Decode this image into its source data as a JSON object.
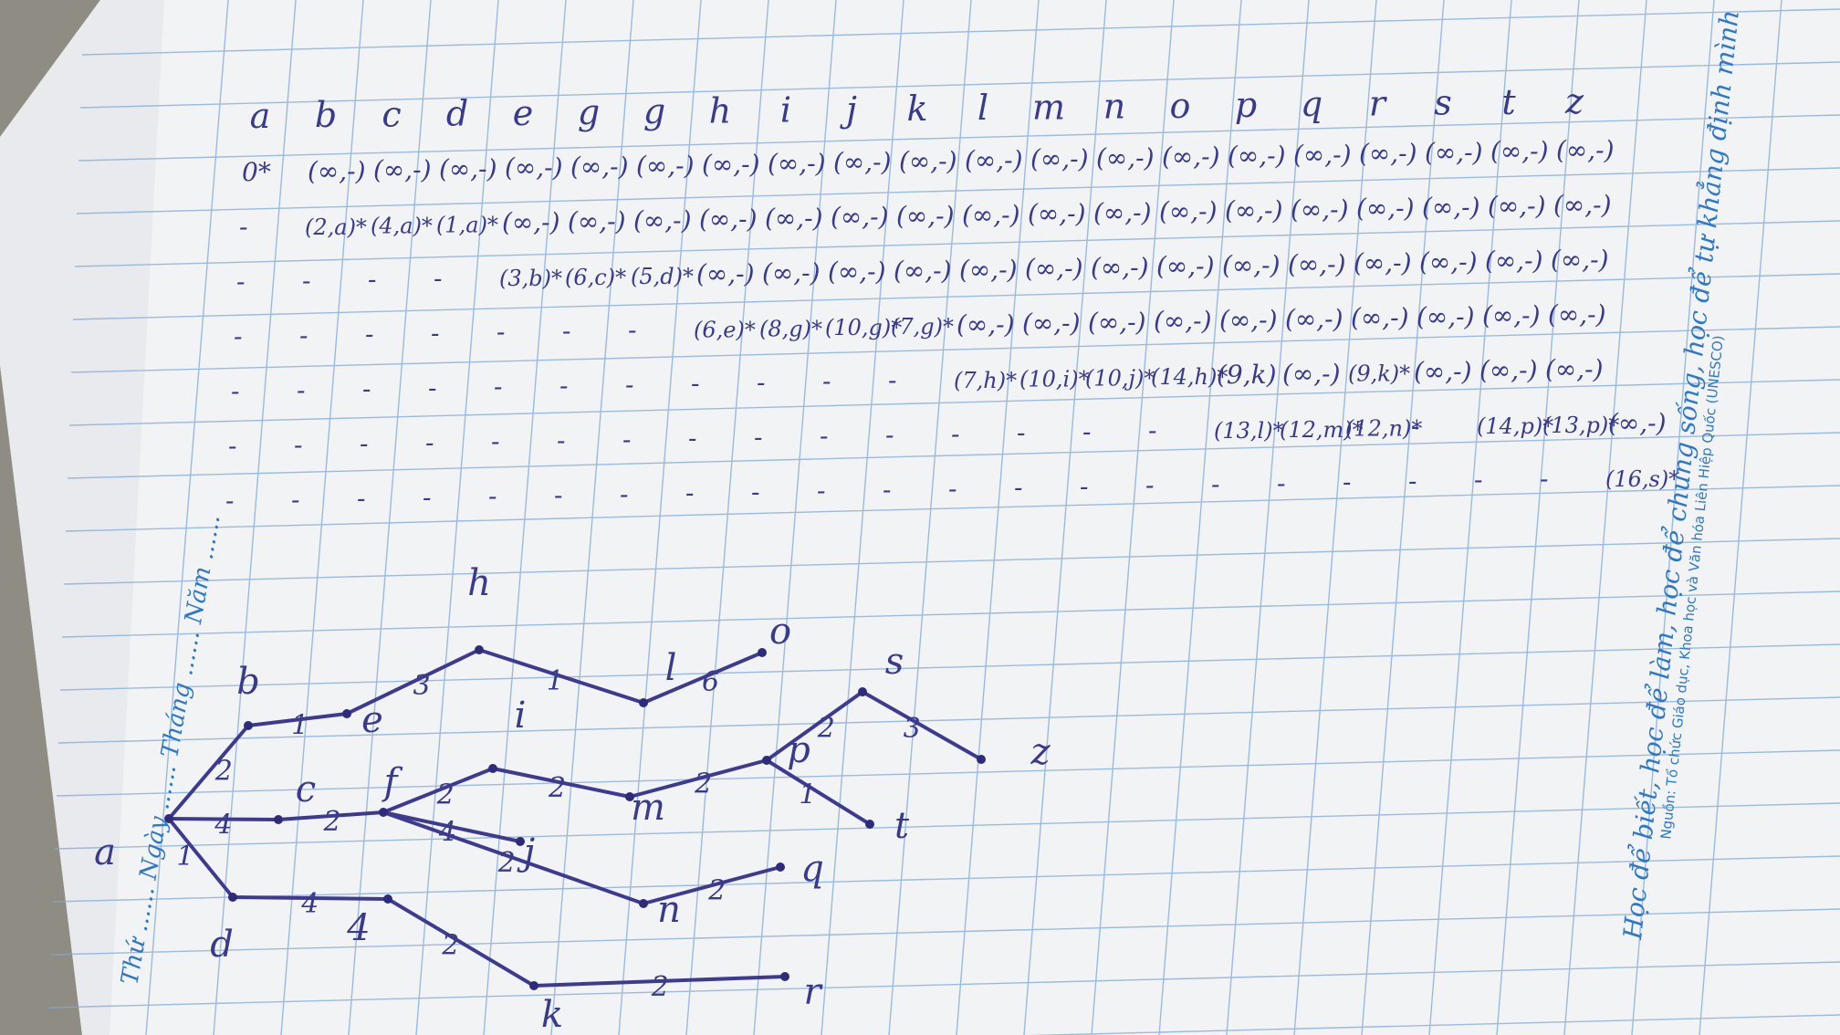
{
  "header_letters": [
    "a",
    "b",
    "c",
    "d",
    "e",
    "g",
    "g",
    "h",
    "i",
    "j",
    "k",
    "l",
    "m",
    "n",
    "o",
    "p",
    "q",
    "r",
    "s",
    "t",
    "z"
  ],
  "table_rows": [
    [
      "0*",
      "(∞,-)",
      "(∞,-)",
      "(∞,-)",
      "(∞,-)",
      "(∞,-)",
      "(∞,-)",
      "(∞,-)",
      "(∞,-)",
      "(∞,-)",
      "(∞,-)",
      "(∞,-)",
      "(∞,-)",
      "(∞,-)",
      "(∞,-)",
      "(∞,-)",
      "(∞,-)",
      "(∞,-)",
      "(∞,-)",
      "(∞,-)",
      "(∞,-)"
    ],
    [
      "-",
      "(2,a)*",
      "(4,a)*",
      "(1,a)*",
      "(∞,-)",
      "(∞,-)",
      "(∞,-)",
      "(∞,-)",
      "(∞,-)",
      "(∞,-)",
      "(∞,-)",
      "(∞,-)",
      "(∞,-)",
      "(∞,-)",
      "(∞,-)",
      "(∞,-)",
      "(∞,-)",
      "(∞,-)",
      "(∞,-)",
      "(∞,-)",
      "(∞,-)"
    ],
    [
      "-",
      "-",
      "-",
      "-",
      "(3,b)*",
      "(6,c)*",
      "(5,d)*",
      "(∞,-)",
      "(∞,-)",
      "(∞,-)",
      "(∞,-)",
      "(∞,-)",
      "(∞,-)",
      "(∞,-)",
      "(∞,-)",
      "(∞,-)",
      "(∞,-)",
      "(∞,-)",
      "(∞,-)",
      "(∞,-)",
      "(∞,-)"
    ],
    [
      "-",
      "-",
      "-",
      "-",
      "-",
      "-",
      "-",
      "(6,e)*",
      "(8,g)*",
      "(10,g)*",
      "(7,g)*",
      "(∞,-)",
      "(∞,-)",
      "(∞,-)",
      "(∞,-)",
      "(∞,-)",
      "(∞,-)",
      "(∞,-)",
      "(∞,-)",
      "(∞,-)",
      "(∞,-)"
    ],
    [
      "-",
      "-",
      "-",
      "-",
      "-",
      "-",
      "-",
      "-",
      "-",
      "-",
      "-",
      "(7,h)*",
      "(10,i)*",
      "(10,j)*",
      "(14,h)*",
      "(9,k)",
      "(∞,-)",
      "(9,k)*",
      "(∞,-)",
      "(∞,-)",
      "(∞,-)"
    ],
    [
      "-",
      "-",
      "-",
      "-",
      "-",
      "-",
      "-",
      "-",
      "-",
      "-",
      "-",
      "-",
      "-",
      "-",
      "-",
      "(13,l)*",
      "(12,m)*",
      "(12,n)*",
      "-",
      "(14,p)*",
      "(13,p)*",
      "(∞,-)"
    ],
    [
      "-",
      "-",
      "-",
      "-",
      "-",
      "-",
      "-",
      "-",
      "-",
      "-",
      "-",
      "-",
      "-",
      "-",
      "-",
      "-",
      "-",
      "-",
      "-",
      "-",
      "-",
      "(16,s)*"
    ]
  ],
  "graph": {
    "nodes": [
      {
        "id": "a",
        "label": "a"
      },
      {
        "id": "b",
        "label": "b"
      },
      {
        "id": "c",
        "label": "c"
      },
      {
        "id": "d",
        "label": "d"
      },
      {
        "id": "e",
        "label": "e"
      },
      {
        "id": "f",
        "label": "f"
      },
      {
        "id": "g",
        "label": "4"
      },
      {
        "id": "h",
        "label": "h"
      },
      {
        "id": "i",
        "label": "i"
      },
      {
        "id": "j",
        "label": "j"
      },
      {
        "id": "k",
        "label": "k"
      },
      {
        "id": "l",
        "label": "l"
      },
      {
        "id": "m",
        "label": "m"
      },
      {
        "id": "n",
        "label": "n"
      },
      {
        "id": "o",
        "label": "o"
      },
      {
        "id": "p",
        "label": "p"
      },
      {
        "id": "q",
        "label": "q"
      },
      {
        "id": "r",
        "label": "r"
      },
      {
        "id": "s",
        "label": "s"
      },
      {
        "id": "t",
        "label": "t"
      },
      {
        "id": "z",
        "label": "z"
      }
    ],
    "edges": [
      {
        "from": "a",
        "to": "b",
        "w": "2"
      },
      {
        "from": "a",
        "to": "c",
        "w": "4"
      },
      {
        "from": "a",
        "to": "d",
        "w": "1"
      },
      {
        "from": "b",
        "to": "e",
        "w": "1"
      },
      {
        "from": "c",
        "to": "f",
        "w": "2"
      },
      {
        "from": "d",
        "to": "g",
        "w": "4"
      },
      {
        "from": "e",
        "to": "h",
        "w": "3"
      },
      {
        "from": "f",
        "to": "i",
        "w": "2"
      },
      {
        "from": "f",
        "to": "j",
        "w": "4"
      },
      {
        "from": "f",
        "to": "n",
        "w": "2"
      },
      {
        "from": "g",
        "to": "k",
        "w": "2"
      },
      {
        "from": "h",
        "to": "l",
        "w": "1"
      },
      {
        "from": "l",
        "to": "o",
        "w": "6"
      },
      {
        "from": "i",
        "to": "m",
        "w": "2"
      },
      {
        "from": "m",
        "to": "p",
        "w": "2"
      },
      {
        "from": "n",
        "to": "q",
        "w": "2"
      },
      {
        "from": "k",
        "to": "r",
        "w": "2"
      },
      {
        "from": "p",
        "to": "s",
        "w": "2"
      },
      {
        "from": "p",
        "to": "t",
        "w": "1"
      },
      {
        "from": "s",
        "to": "z",
        "w": "3"
      }
    ]
  },
  "margin_text": "Thứ ...... Ngày ...... Tháng ...... Năm ......",
  "side_motto": "Học để biết, học để làm, học để chung sống, học để tự khẳng định mình",
  "side_source": "Nguồn: Tổ chức Giáo dục, Khoa học và Văn hóa Liên Hiệp Quốc (UNESCO)"
}
